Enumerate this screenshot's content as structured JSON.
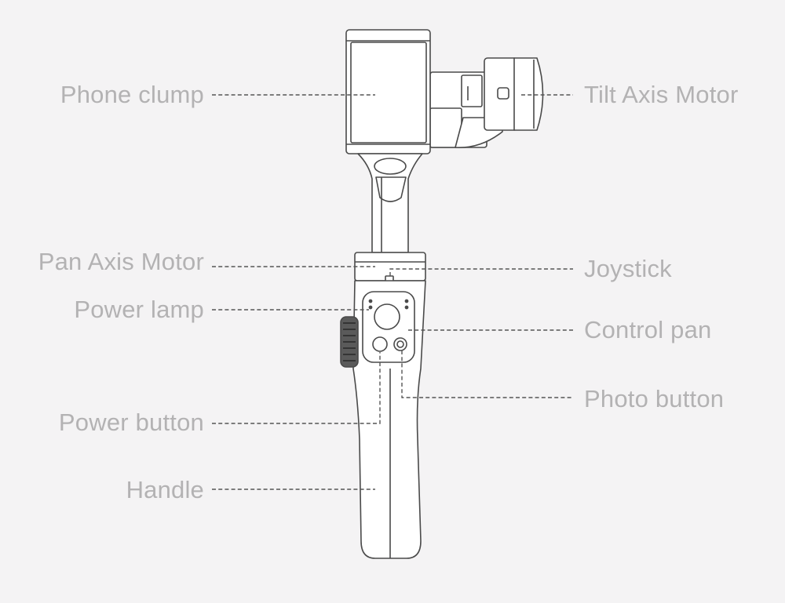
{
  "labels": {
    "phone_clump": "Phone clump",
    "tilt_axis_motor": "Tilt Axis Motor",
    "pan_axis_motor": "Pan Axis Motor",
    "joystick": "Joystick",
    "power_lamp": "Power lamp",
    "control_pan": "Control pan",
    "photo_button": "Photo button",
    "power_button": "Power button",
    "handle": "Handle"
  },
  "colors": {
    "background": "#f4f3f4",
    "outline": "#4a4a4a",
    "fill": "#ffffff",
    "label_text": "#b3b2b3",
    "leader": "#555555"
  }
}
